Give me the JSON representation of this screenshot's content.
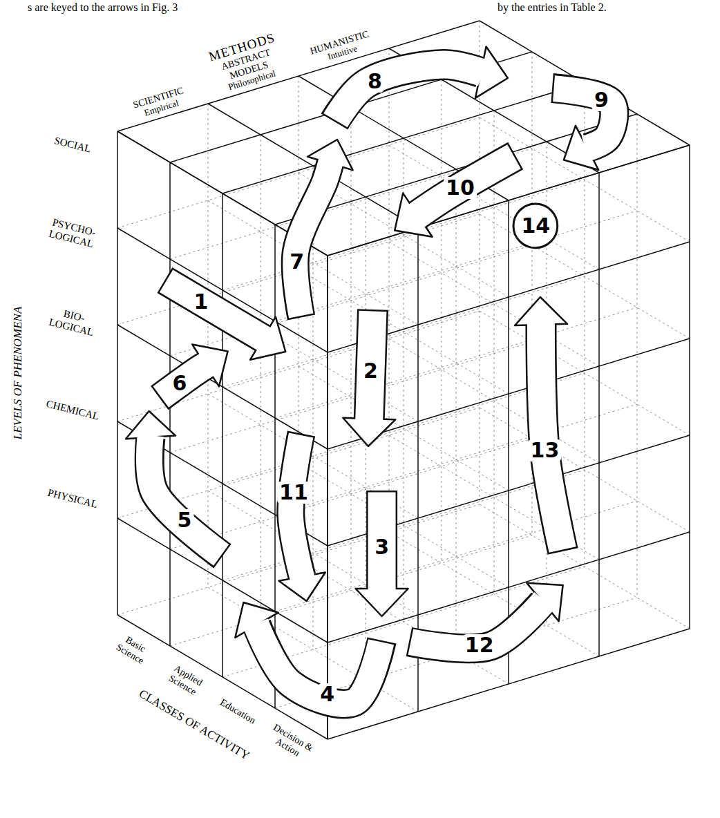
{
  "diagram": {
    "nodes": [
      {
        "text": [
          "14"
        ]
      }
    ],
    "labels": [
      "s are keyed to the arrows in Fig. 3",
      "by the entries in Table 2.",
      "METHODS",
      "SCIENTIFIC",
      "Empirical",
      "ABSTRACT MODELS",
      "Philosophical",
      "HUMANISTIC",
      "Intuitive",
      "LEVELS OF PHENOMENA",
      "SOCIAL",
      "PSYCHO- LOGICAL",
      "BIO- LOGICAL",
      "CHEMICAL",
      "PHYSICAL",
      "Basic Science",
      "Applied Science",
      "Education",
      "Decision & Action",
      "CLASSES OF ACTIVITY",
      "1",
      "2",
      "3",
      "4",
      "5",
      "6",
      "7",
      "8",
      "9",
      "10",
      "11",
      "12",
      "13"
    ]
  }
}
